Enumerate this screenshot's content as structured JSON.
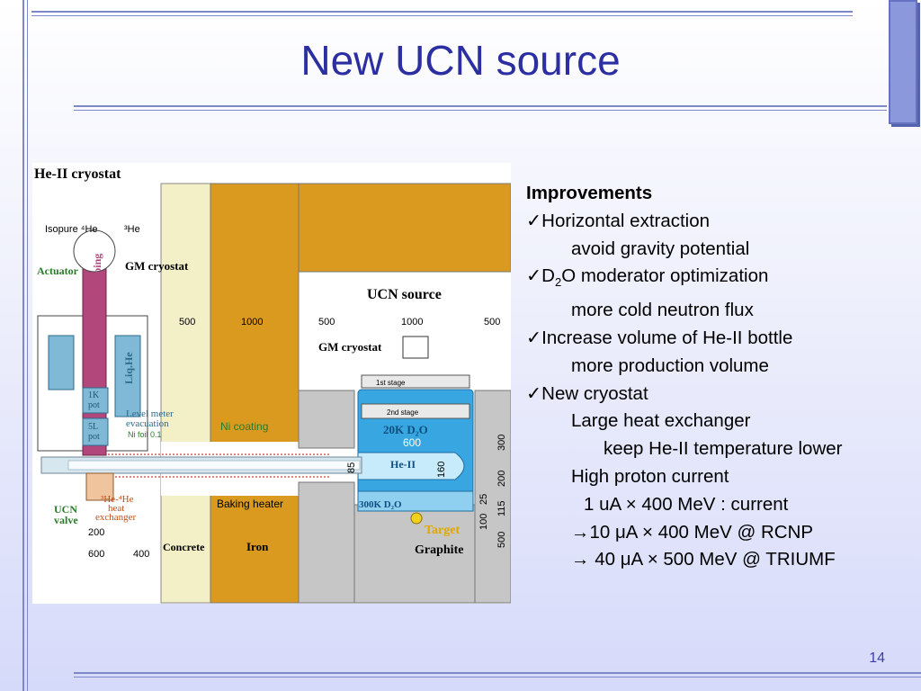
{
  "slide": {
    "title": "New UCN source",
    "page_number": "14"
  },
  "figure": {
    "left_panel_title": "He-II cryostat",
    "isopure_label": "Isopure ⁴He",
    "he3_label": "³He",
    "actuator": "Actuator",
    "he3_pumping": "³He pumping",
    "gm_cryostat": "GM cryostat",
    "liq_he": "Liq.He",
    "pot_1k": [
      "1K",
      "pot"
    ],
    "pot_5l": [
      "5L",
      "pot"
    ],
    "level_meter": [
      "Level meter",
      "evacuation"
    ],
    "ni_foil": "Ni foil 0.1",
    "ni_coating": "Ni coating",
    "baking_heater": "Baking heater",
    "ucn_valve": [
      "UCN",
      "valve"
    ],
    "heat_exchanger": [
      "³He-⁴He",
      "heat",
      "exchanger"
    ],
    "concrete": "Concrete",
    "iron": "Iron",
    "ucn_source": "UCN source",
    "gm_cryostat2": "GM cryostat",
    "first_stage": "1st stage",
    "second_stage": "2nd stage",
    "d2o_20k": "20K D₂O",
    "d2o_300k": "300K D₂O",
    "he_ii": "He-II",
    "target": "Target",
    "graphite": "Graphite",
    "dims_top": [
      "500",
      "1000",
      "500",
      "1000",
      "500"
    ],
    "dims_bottom": [
      "200",
      "600",
      "400"
    ],
    "dim_600": "600",
    "dim_85": "85",
    "dim_160": "160",
    "dims_right": [
      "300",
      "200",
      "115",
      "25",
      "100",
      "500"
    ]
  },
  "text": {
    "heading": "Improvements",
    "items": [
      "✓Horizontal extraction",
      "avoid gravity potential",
      "✓D",
      "O moderator optimization",
      "more cold neutron flux",
      "✓Increase volume of He-II bottle",
      "more production volume",
      "✓New cryostat",
      "Large heat exchanger",
      "keep He-II temperature lower",
      "High proton current",
      "1 uA × 400 MeV  : current",
      "→10 μA × 400 MeV @ RCNP",
      "→ 40 μA × 500 MeV @ TRIUMF"
    ],
    "sub2": "2"
  },
  "colors": {
    "title": "#2b2fa2",
    "iron": "#d99a1f",
    "concrete": "#f3efc6",
    "graphite": "#c6c6c6",
    "d2o": "#38a6e0",
    "he3": "#b2477c",
    "liqhe": "#7fb9d6"
  }
}
